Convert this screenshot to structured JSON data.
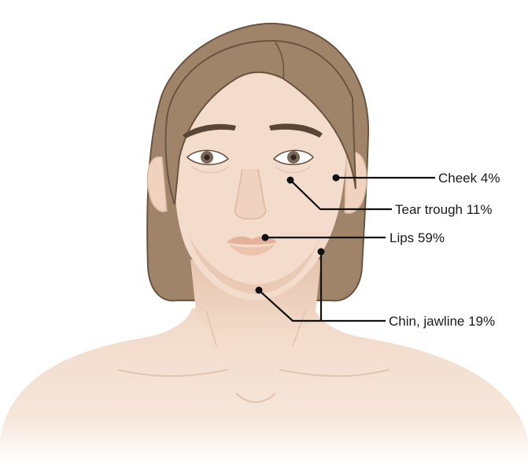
{
  "colors": {
    "hair": "#a08469",
    "hair_outline": "#6b543f",
    "skin": "#f3dccb",
    "skin_shadow": "#e6c4ae",
    "lips": "#e9bba5",
    "brow": "#5a4637",
    "iris": "#7a6656",
    "leader": "#111111"
  },
  "annotations": [
    {
      "label": "Cheek 4%"
    },
    {
      "label": "Tear trough 11%"
    },
    {
      "label": "Lips 59%"
    },
    {
      "label": "Chin, jawline 19%"
    }
  ]
}
